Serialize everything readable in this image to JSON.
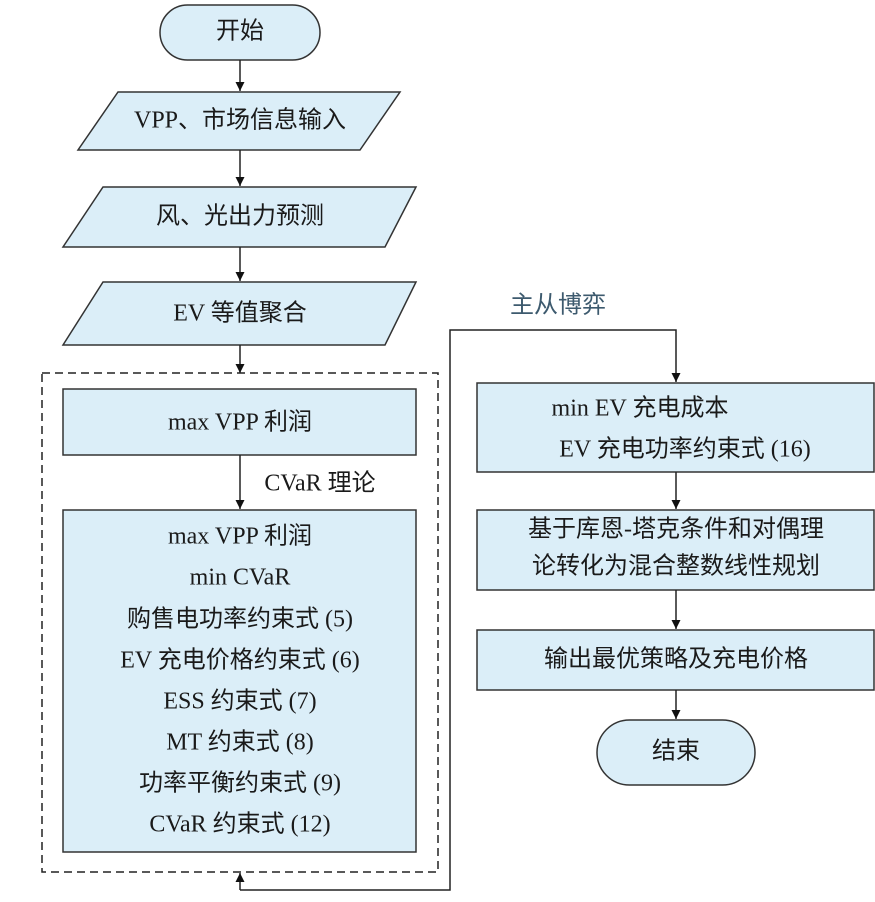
{
  "colors": {
    "fill": "#dbeef8",
    "stroke": "#333333",
    "label": "#3d5a6e"
  },
  "nodes": {
    "start": "开始",
    "input": "VPP、市场信息输入",
    "forecast": "风、光出力预测",
    "ev_aggregate": "EV 等值聚合",
    "upper_simple": "max VPP 利润",
    "cvar_label": "CVaR 理论",
    "upper_full": [
      "max VPP 利润",
      "min CVaR",
      "购售电功率约束式 (5)",
      "EV 充电价格约束式 (6)",
      "ESS 约束式 (7)",
      "MT 约束式 (8)",
      "功率平衡约束式 (9)",
      "CVaR 约束式 (12)"
    ],
    "game_label": "主从博弈",
    "lower": [
      "min EV 充电成本",
      "EV 充电功率约束式 (16)"
    ],
    "transform": [
      "基于库恩-塔克条件和对偶理",
      "论转化为混合整数线性规划"
    ],
    "output": "输出最优策略及充电价格",
    "end": "结束"
  }
}
